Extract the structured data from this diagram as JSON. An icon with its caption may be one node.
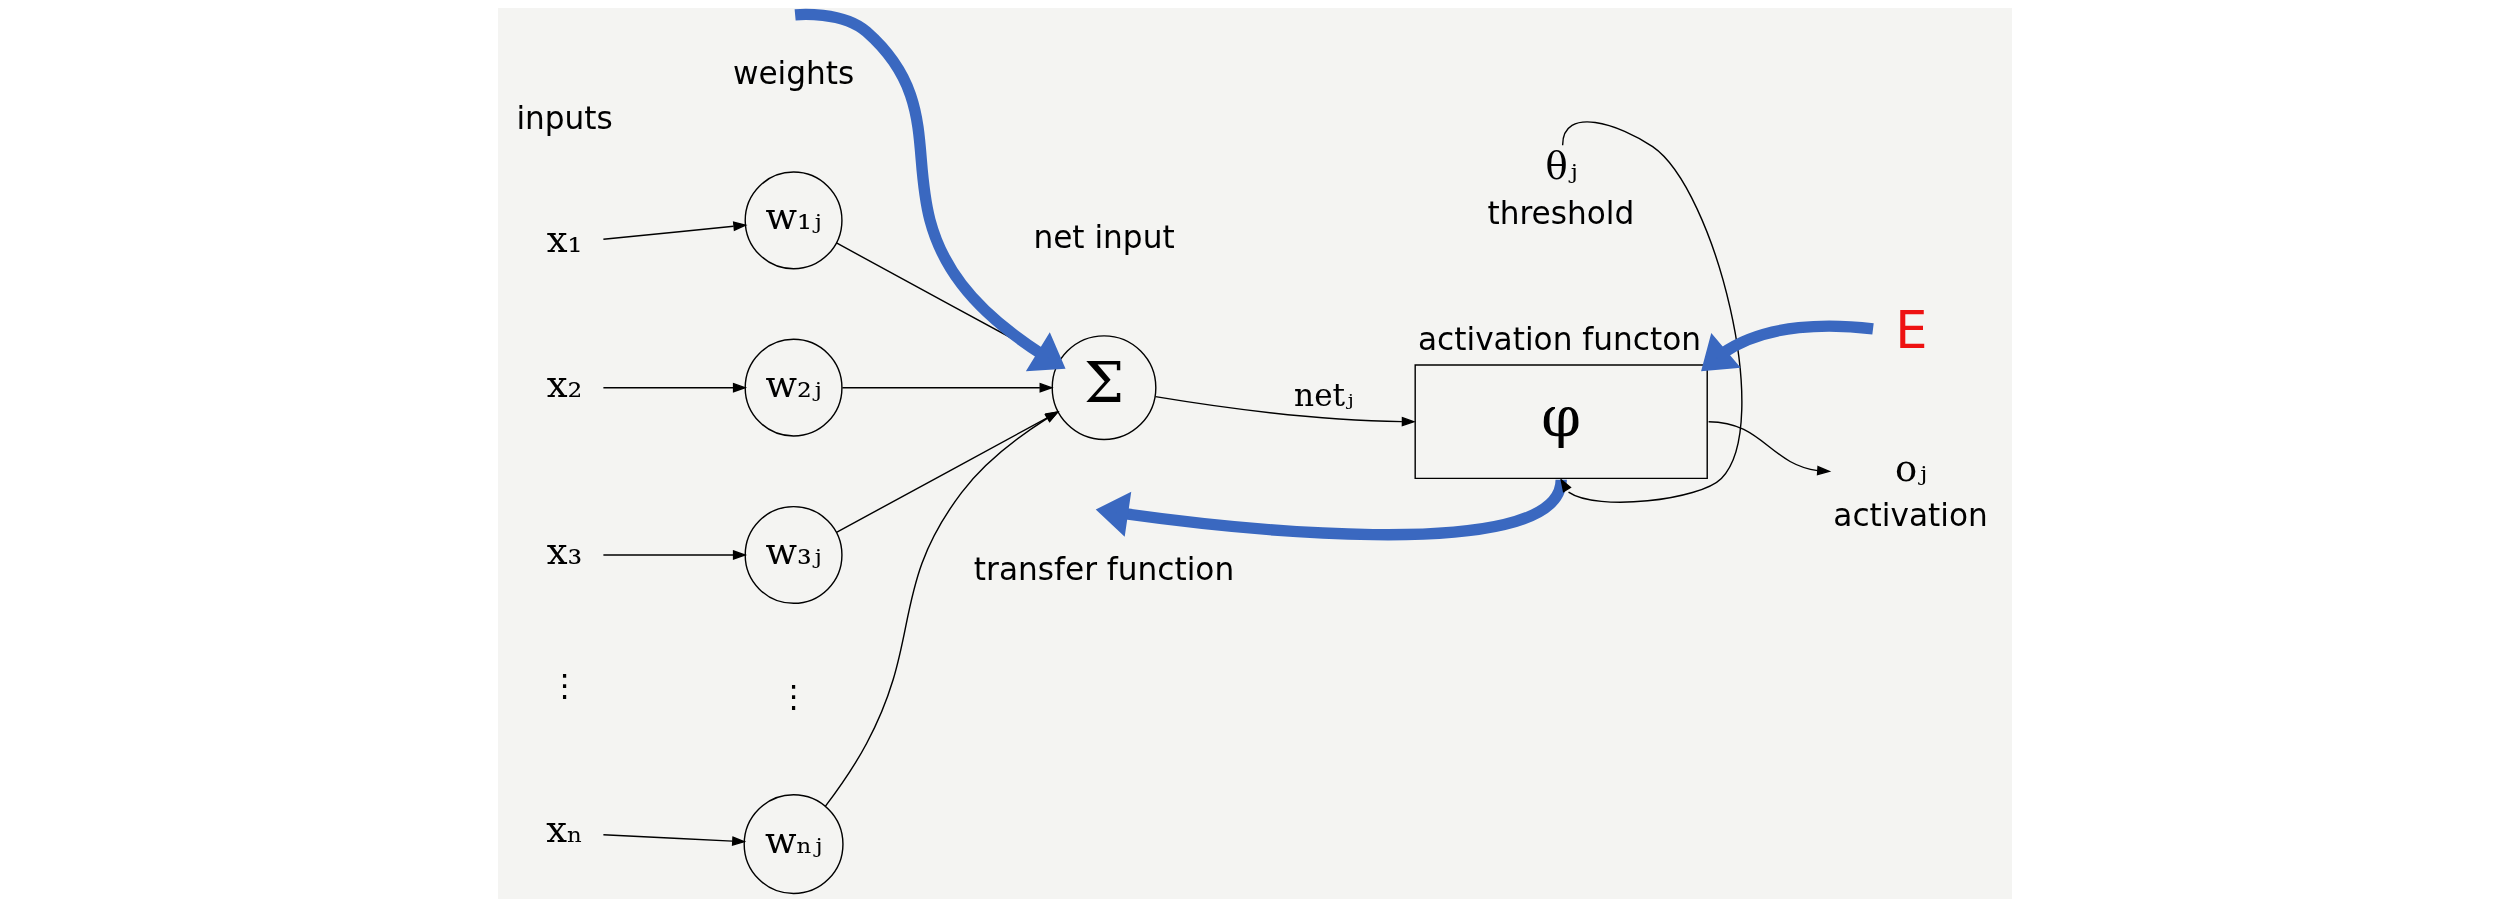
{
  "diagram": {
    "nodes": [
      {
        "text": [
          "x₁"
        ]
      },
      {
        "text": [
          "x₂"
        ]
      },
      {
        "text": [
          "x₃"
        ]
      },
      {
        "text": [
          "xₙ"
        ]
      },
      {
        "text": [
          "w₁ⱼ"
        ]
      },
      {
        "text": [
          "w₂ⱼ"
        ]
      },
      {
        "text": [
          "w₃ⱼ"
        ]
      },
      {
        "text": [
          "wₙⱼ"
        ]
      },
      {
        "text": [
          "Σ"
        ],
        "beside": [
          "transfer function"
        ]
      },
      {
        "text": [
          "φ"
        ],
        "beside": [
          "activation functon"
        ]
      },
      {
        "text": [
          "oⱼ"
        ],
        "beside": [
          "activation"
        ]
      },
      {
        "text": [
          "θⱼ"
        ],
        "beside": [
          "threshold"
        ]
      },
      {
        "text": [
          "E"
        ]
      }
    ],
    "edges": [
      {
        "from": 0,
        "to": 4,
        "arrow": "to"
      },
      {
        "from": 1,
        "to": 5,
        "arrow": "to"
      },
      {
        "from": 2,
        "to": 6,
        "arrow": "to"
      },
      {
        "from": 3,
        "to": 7,
        "arrow": "to"
      },
      {
        "from": 4,
        "to": 8,
        "arrow": "to"
      },
      {
        "from": 5,
        "to": 8,
        "arrow": "to"
      },
      {
        "from": 6,
        "to": 8,
        "arrow": "to"
      },
      {
        "from": 7,
        "to": 8,
        "arrow": "to"
      },
      {
        "from": 8,
        "to": 9,
        "arrow": "to",
        "label": "netⱼ"
      },
      {
        "from": 9,
        "to": 10,
        "arrow": "to"
      },
      {
        "from": 11,
        "to": 9,
        "arrow": "to"
      },
      {
        "from": null,
        "to": 8,
        "arrow": "to",
        "style": "thick",
        "color": "#3a68c0"
      },
      {
        "from": 9,
        "to": null,
        "arrow": "to",
        "style": "thick",
        "color": "#3a68c0"
      },
      {
        "from": 12,
        "to": 9,
        "arrow": "to",
        "style": "thick",
        "color": "#3a68c0"
      }
    ],
    "labels": [
      "weights",
      "inputs",
      "⋮",
      "⋮",
      "net input"
    ]
  }
}
